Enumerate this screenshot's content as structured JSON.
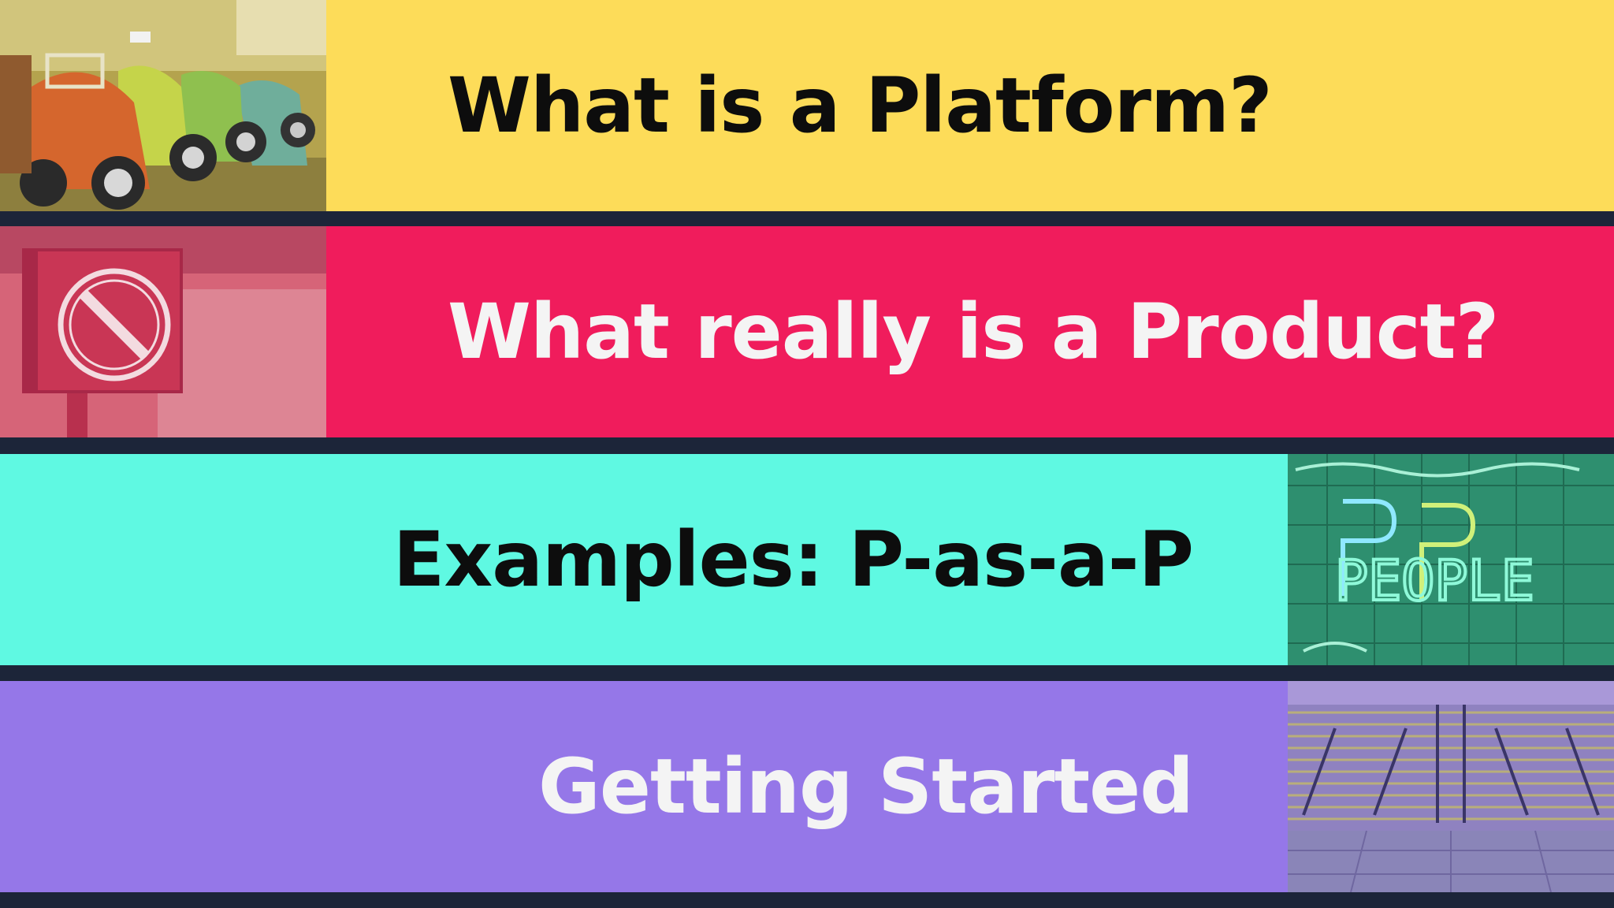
{
  "slide": {
    "background_color": "#1c2539",
    "sections": [
      {
        "title": "What is a Platform?",
        "band_color": "#fddc59",
        "text_color": "#0d0d0d",
        "photo_subject": "row of colorful scooters"
      },
      {
        "title": "What really is a Product?",
        "band_color": "#f01c5c",
        "text_color": "#f4f4f4",
        "photo_subject": "prohibition sign on post"
      },
      {
        "title": "Examples: P-as-a-P",
        "band_color": "#5ff9e2",
        "text_color": "#0d0d0d",
        "photo_subject": "neon PEOPLE sign on tiled wall",
        "photo_text": "PEOPLE"
      },
      {
        "title": "Getting Started",
        "band_color": "#9577e8",
        "text_color": "#f4f4f4",
        "photo_subject": "wide outdoor staircase with handrails"
      }
    ]
  }
}
